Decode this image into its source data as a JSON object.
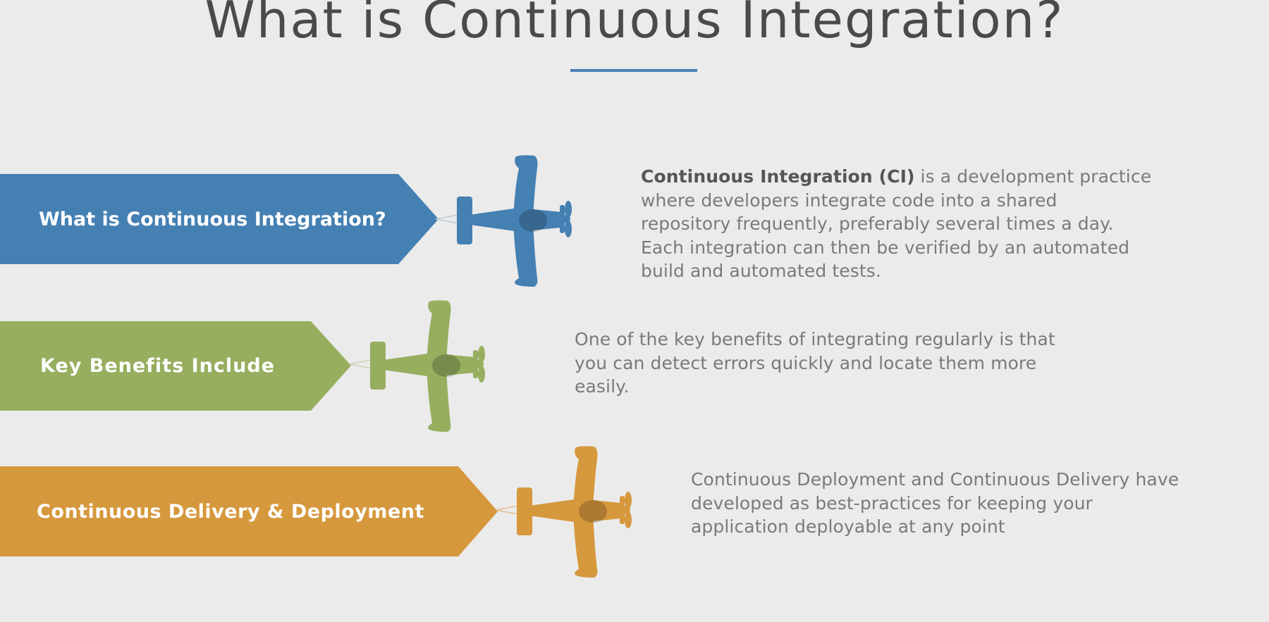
{
  "title": "What is Continuous Integration?",
  "colors": {
    "blue": "#4580b3",
    "green": "#97ae5f",
    "orange": "#d6983d",
    "plane_shadow": "#000000"
  },
  "rows": [
    {
      "banner_label": "What is Continuous Integration?",
      "color": "#4580b3",
      "icon": "airplane-icon",
      "description_bold": "Continuous Integration (CI)",
      "description_lines": [
        " is a development practice",
        "where developers integrate code into a shared",
        "repository frequently, preferably several times a day.",
        "Each integration can then be verified by an automated",
        "build and automated tests."
      ]
    },
    {
      "banner_label": "Key Benefits Include",
      "color": "#97ae5f",
      "icon": "airplane-icon",
      "description_bold": "",
      "description_lines": [
        "One of the key benefits of integrating regularly is that",
        "you can detect errors quickly and locate them more",
        "easily."
      ]
    },
    {
      "banner_label": "Continuous Delivery & Deployment",
      "color": "#d6983d",
      "icon": "airplane-icon",
      "description_bold": "",
      "description_lines": [
        "Continuous Deployment and Continuous Delivery have",
        "developed as best-practices for keeping your",
        "application deployable at any point"
      ]
    }
  ]
}
